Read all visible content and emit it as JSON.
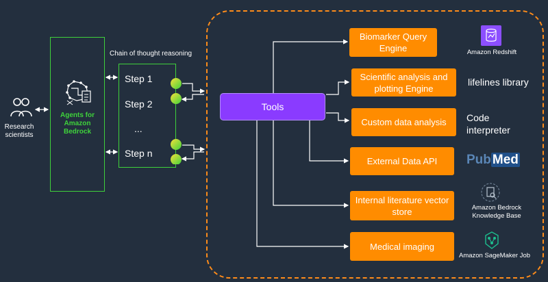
{
  "researchers": {
    "label": "Research scientists"
  },
  "agent": {
    "title": "Agents for Amazon Bedrock"
  },
  "reasoning": {
    "label": "Chain of thought reasoning",
    "steps": [
      "Step 1",
      "Step 2",
      "...",
      "Step n"
    ]
  },
  "tools": {
    "label": "Tools",
    "items": [
      {
        "label": "Biomarker Query Engine",
        "service": "Amazon Redshift"
      },
      {
        "label": "Scientific analysis and plotting Engine",
        "service": "lifelines library"
      },
      {
        "label": "Custom data analysis",
        "service": "Code interpreter"
      },
      {
        "label": "External Data API",
        "service": "PubMed"
      },
      {
        "label": "Internal literature vector store",
        "service": "Amazon Bedrock Knowledge Base"
      },
      {
        "label": "Medical imaging",
        "service": "Amazon SageMaker Job"
      }
    ]
  },
  "colors": {
    "background": "#232f3e",
    "agent_green": "#3fd23b",
    "tool_orange": "#ff8c00",
    "tools_purple": "#8a3bff",
    "dashed_border": "#ff8c1a"
  }
}
